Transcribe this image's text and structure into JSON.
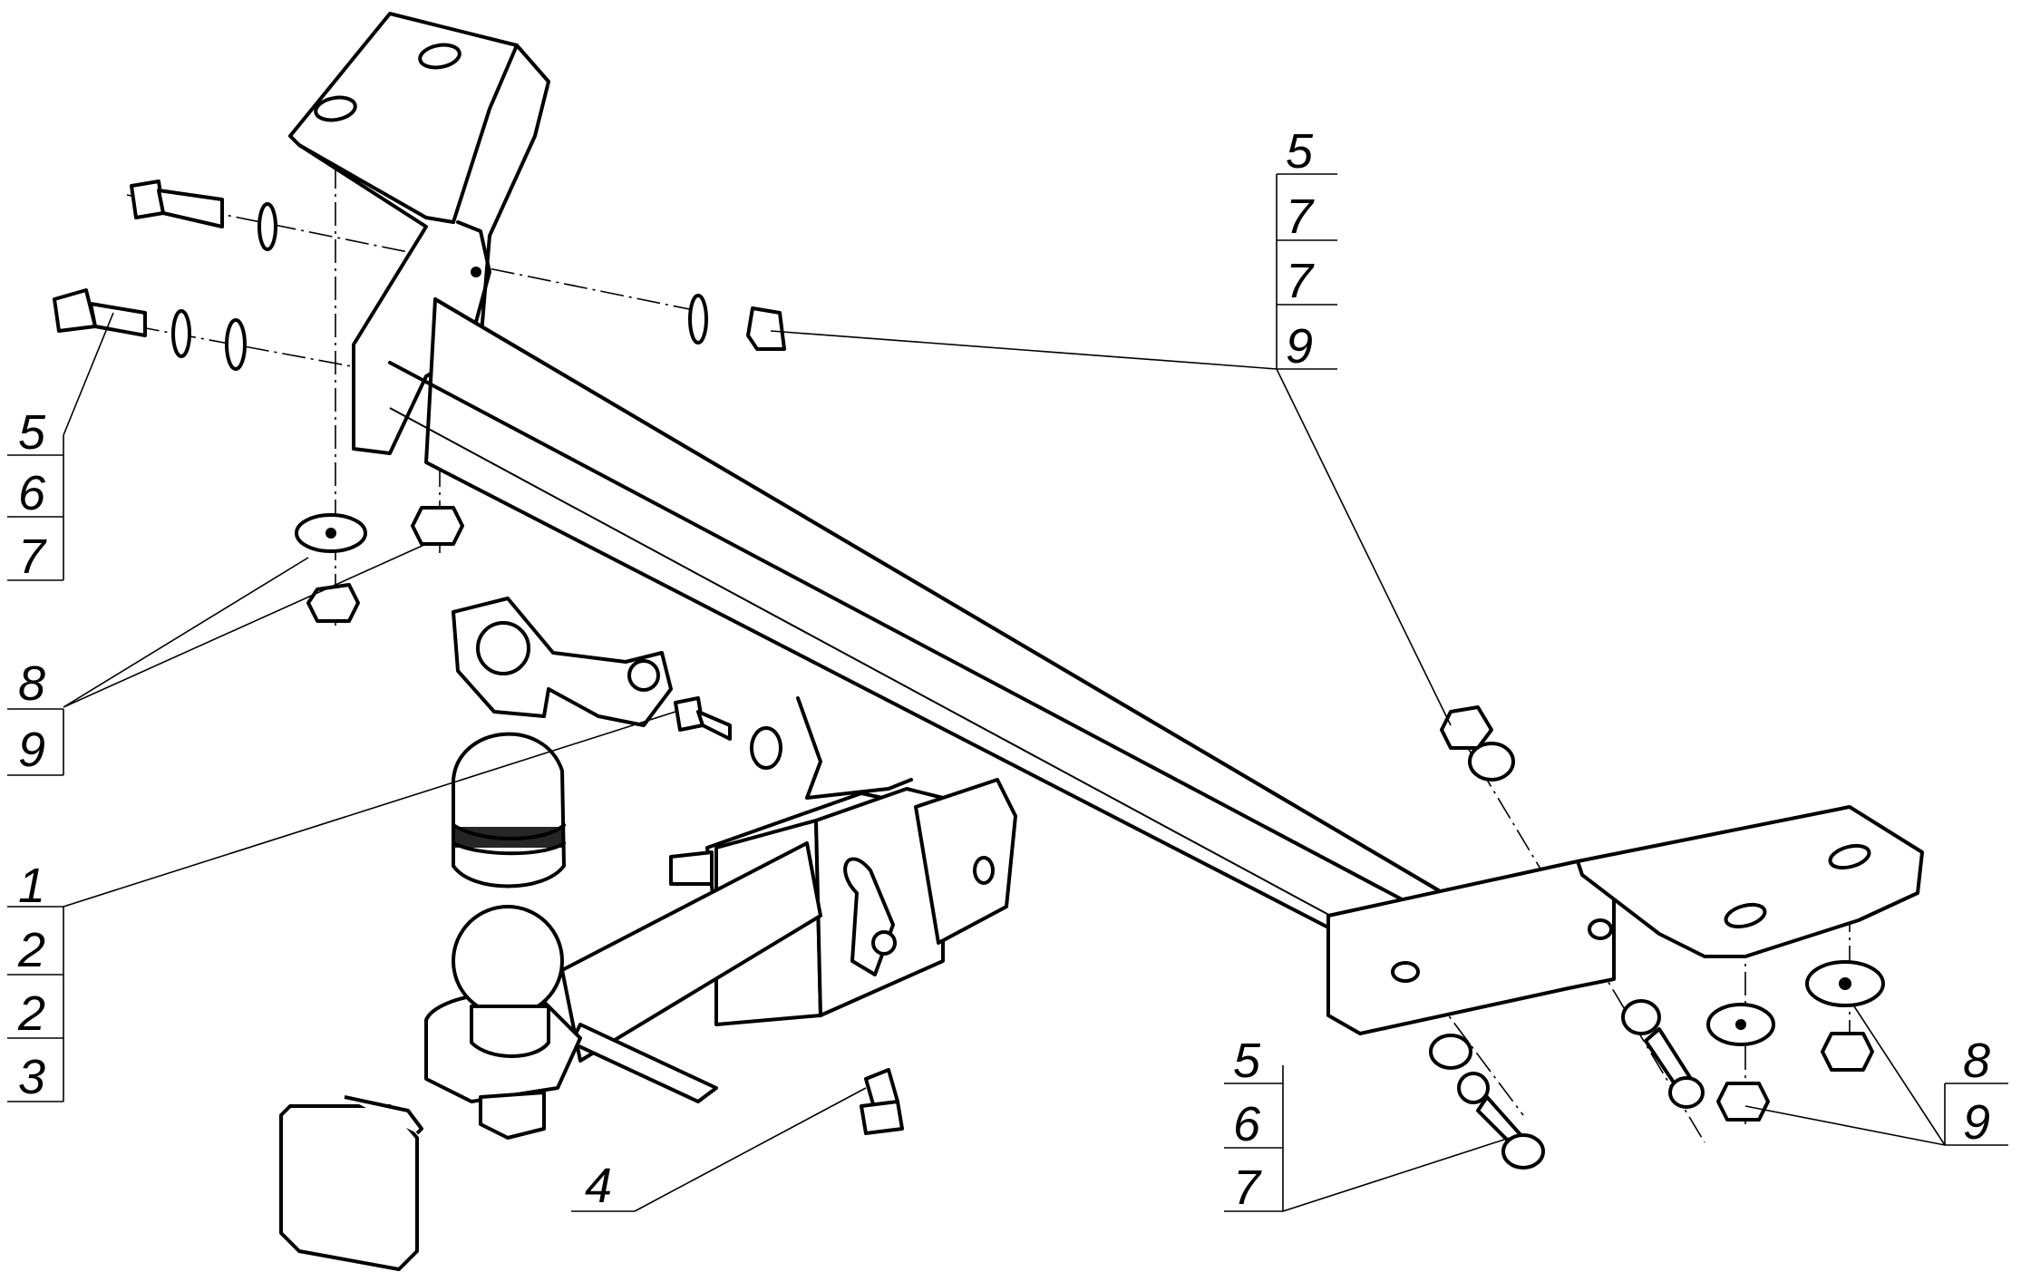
{
  "callouts": [
    {
      "id": "upper-right",
      "labels": [
        "5",
        "7",
        "7",
        "9"
      ]
    },
    {
      "id": "upper-left",
      "labels": [
        "5",
        "6",
        "7"
      ]
    },
    {
      "id": "left-mid",
      "labels": [
        "8",
        "9"
      ]
    },
    {
      "id": "left-lower",
      "labels": [
        "1",
        "2",
        "2",
        "3"
      ]
    },
    {
      "id": "bottom-center",
      "labels": [
        "4"
      ]
    },
    {
      "id": "bottom-right",
      "labels": [
        "5",
        "6",
        "7"
      ]
    },
    {
      "id": "right-lower",
      "labels": [
        "8",
        "9"
      ]
    }
  ]
}
